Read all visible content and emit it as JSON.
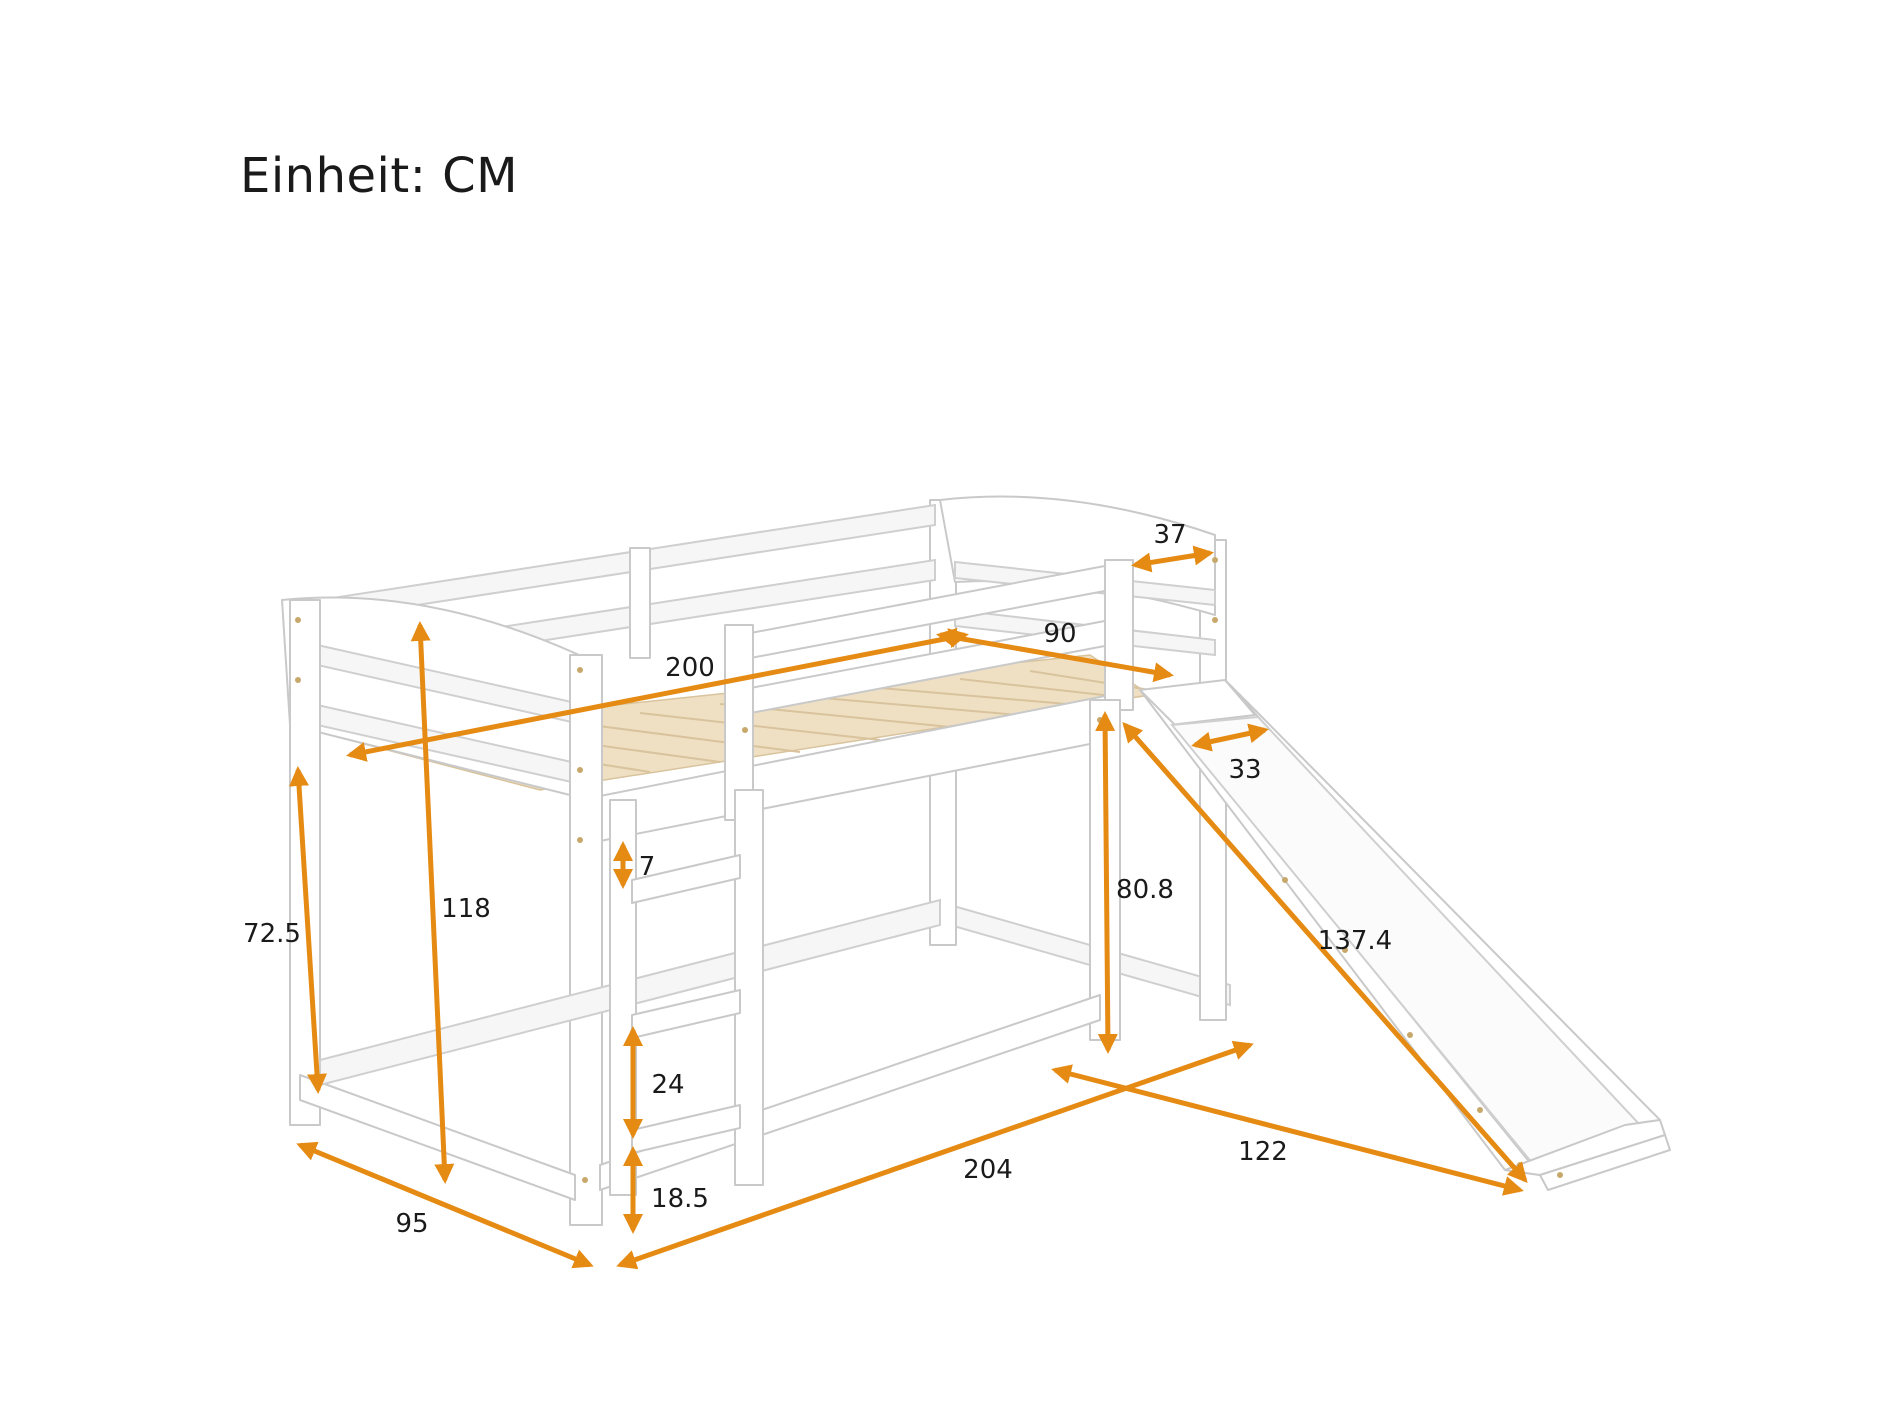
{
  "header": {
    "unit_label": "Einheit: CM"
  },
  "colors": {
    "dimension": "#e58a12",
    "frame": "#ffffff",
    "outline": "#c9c9c9",
    "slats": "#efe0c4",
    "text": "#1a1a1a"
  },
  "dimensions": {
    "rail_37": "37",
    "width_90": "90",
    "length_200": "200",
    "slide_width_33": "33",
    "ladder_step_7": "7",
    "total_height_118": "118",
    "leg_height_72_5": "72.5",
    "deck_height_80_8": "80.8",
    "slide_length_137_4": "137.4",
    "step_gap_24": "24",
    "bottom_step_18_5": "18.5",
    "depth_95": "95",
    "length_204": "204",
    "slide_run_122": "122"
  }
}
